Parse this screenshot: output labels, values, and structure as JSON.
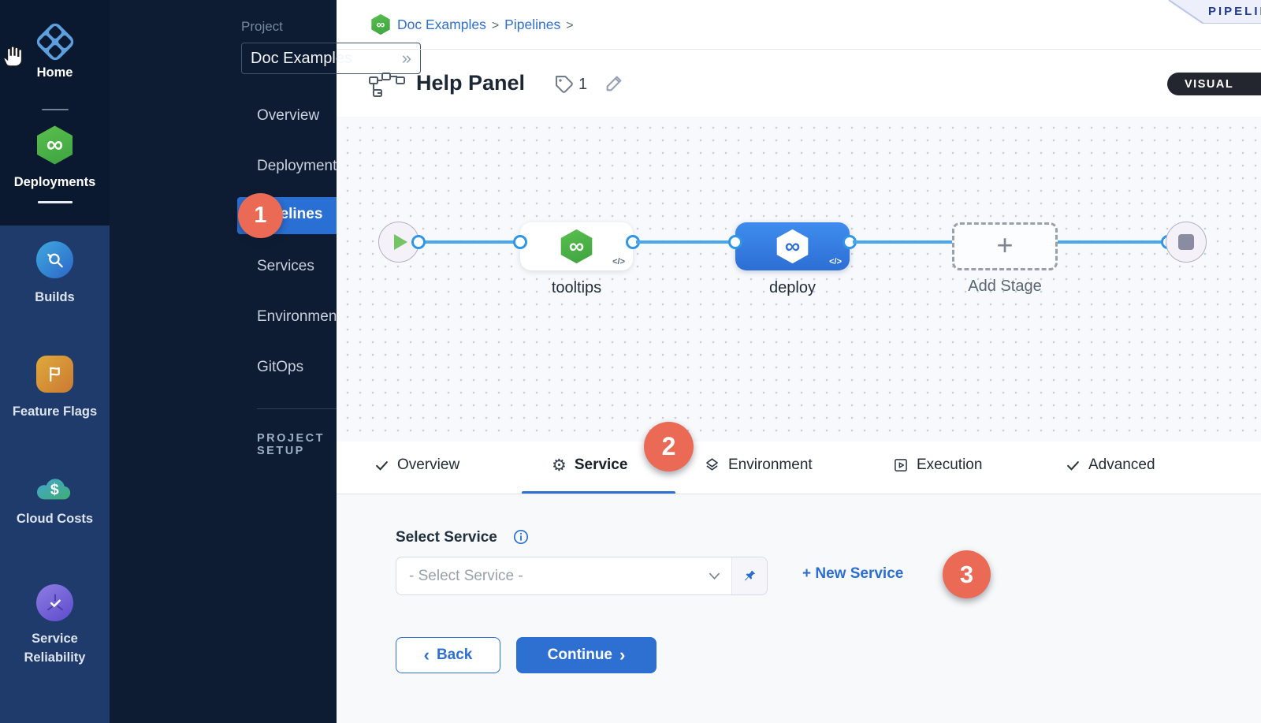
{
  "colors": {
    "accent_blue": "#2e6fd2",
    "badge_red": "#ea6a55",
    "sidebar_dark": "#0a1930",
    "sidebar_blue": "#1e3b6b",
    "project_sidebar": "#0d1c33",
    "connector_blue": "#49a7ef",
    "stage_green": "#4ab148"
  },
  "module_nav": {
    "items": [
      {
        "label": "Home"
      },
      {
        "label": "Deployments"
      },
      {
        "label": "Builds"
      },
      {
        "label": "Feature Flags"
      },
      {
        "label": "Cloud Costs"
      },
      {
        "label": "Service Reliability"
      }
    ]
  },
  "project_nav": {
    "section_label": "Project",
    "project_name": "Doc Examples",
    "items": [
      "Overview",
      "Deployments",
      "Pipelines",
      "Services",
      "Environments",
      "GitOps"
    ],
    "active_item": "Pipelines",
    "setup_label": "PROJECT SETUP"
  },
  "breadcrumb": {
    "project": "Doc Examples",
    "section": "Pipelines"
  },
  "header": {
    "title": "Help Panel",
    "tag_count": "1",
    "ribbon_label": "PIPELIN",
    "visual_label": "VISUAL"
  },
  "canvas": {
    "stage1_name": "tooltips",
    "stage2_name": "deploy",
    "add_stage_label": "Add Stage"
  },
  "tabs": [
    {
      "label": "Overview"
    },
    {
      "label": "Service",
      "active": true
    },
    {
      "label": "Environment"
    },
    {
      "label": "Execution"
    },
    {
      "label": "Advanced"
    }
  ],
  "badges": {
    "one": "1",
    "two": "2",
    "three": "3"
  },
  "service_panel": {
    "label": "Select Service",
    "placeholder": "- Select Service -",
    "new_service": "+ New Service",
    "back": "Back",
    "continue": "Continue"
  },
  "glyphs": {
    "expand": "»",
    "sep": ">",
    "infinity": "∞",
    "code": "</>",
    "plus": "+",
    "gear": "⚙",
    "dollar": "$",
    "back_chevron": "‹",
    "forward_chevron": "›"
  }
}
